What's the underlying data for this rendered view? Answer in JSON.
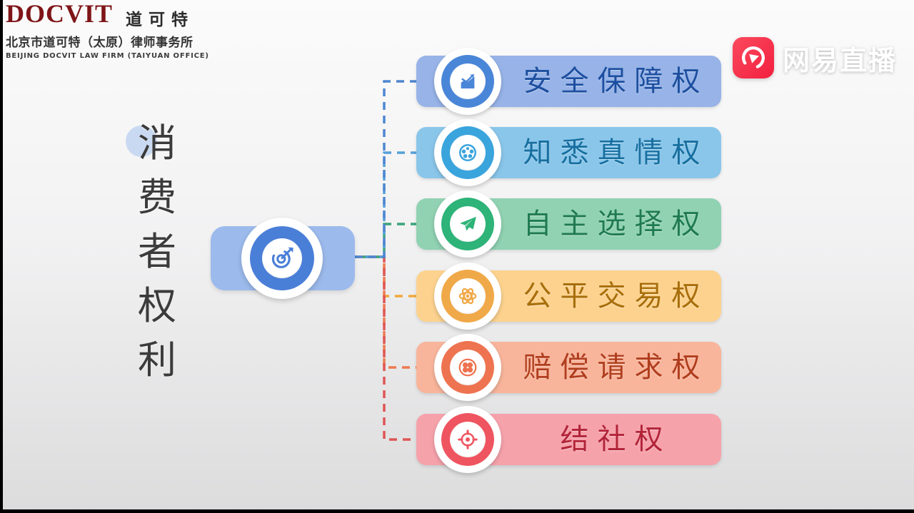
{
  "logo": {
    "brand": "DOCVIT",
    "brand_color": "#7f1518",
    "brand_cn": "道可特",
    "firm_cn": "北京市道可特（太原）律师事务所",
    "firm_en": "BEIJING  DOCVIT  LAW  FIRM (TAIYUAN  OFFICE)"
  },
  "watermark": {
    "name": "netease-live",
    "icon": "play-circle-icon",
    "icon_color": "#f62b45",
    "text": "网易直播"
  },
  "title": {
    "text": "消费者权利",
    "chars": [
      "消",
      "费",
      "者",
      "权",
      "利"
    ],
    "accent_circle_color": "#c9d9f2"
  },
  "center_node": {
    "icon": "dart-target-icon",
    "bar_color": "#9cbaec",
    "ring_color": "#4a7fd8"
  },
  "branches": [
    {
      "label": "安全保障权",
      "icon": "growth-chart-icon",
      "bar_color": "#97b3e7",
      "ring_color": "#4a86d8",
      "text_color": "#1d4fa0",
      "connector_color": "#4e86d0"
    },
    {
      "label": "知悉真情权",
      "icon": "film-reel-icon",
      "bar_color": "#8ac6ea",
      "ring_color": "#3aa4dc",
      "text_color": "#176fa0",
      "connector_color": "#55a0d8"
    },
    {
      "label": "自主选择权",
      "icon": "paper-plane-icon",
      "bar_color": "#90d2b2",
      "ring_color": "#2eb378",
      "text_color": "#1f7a50",
      "connector_color": "#3aa578"
    },
    {
      "label": "公平交易权",
      "icon": "atom-icon",
      "bar_color": "#fcd28e",
      "ring_color": "#f0a948",
      "text_color": "#a86e0a",
      "connector_color": "#f0a83c"
    },
    {
      "label": "赔偿请求权",
      "icon": "clover-icon",
      "bar_color": "#f8b59b",
      "ring_color": "#ee7350",
      "text_color": "#b03d1d",
      "connector_color": "#ee7a50"
    },
    {
      "label": "结社权",
      "icon": "crosshair-target-icon",
      "bar_color": "#f6a2ab",
      "ring_color": "#ee5560",
      "text_color": "#b22438",
      "connector_color": "#e05555"
    }
  ]
}
